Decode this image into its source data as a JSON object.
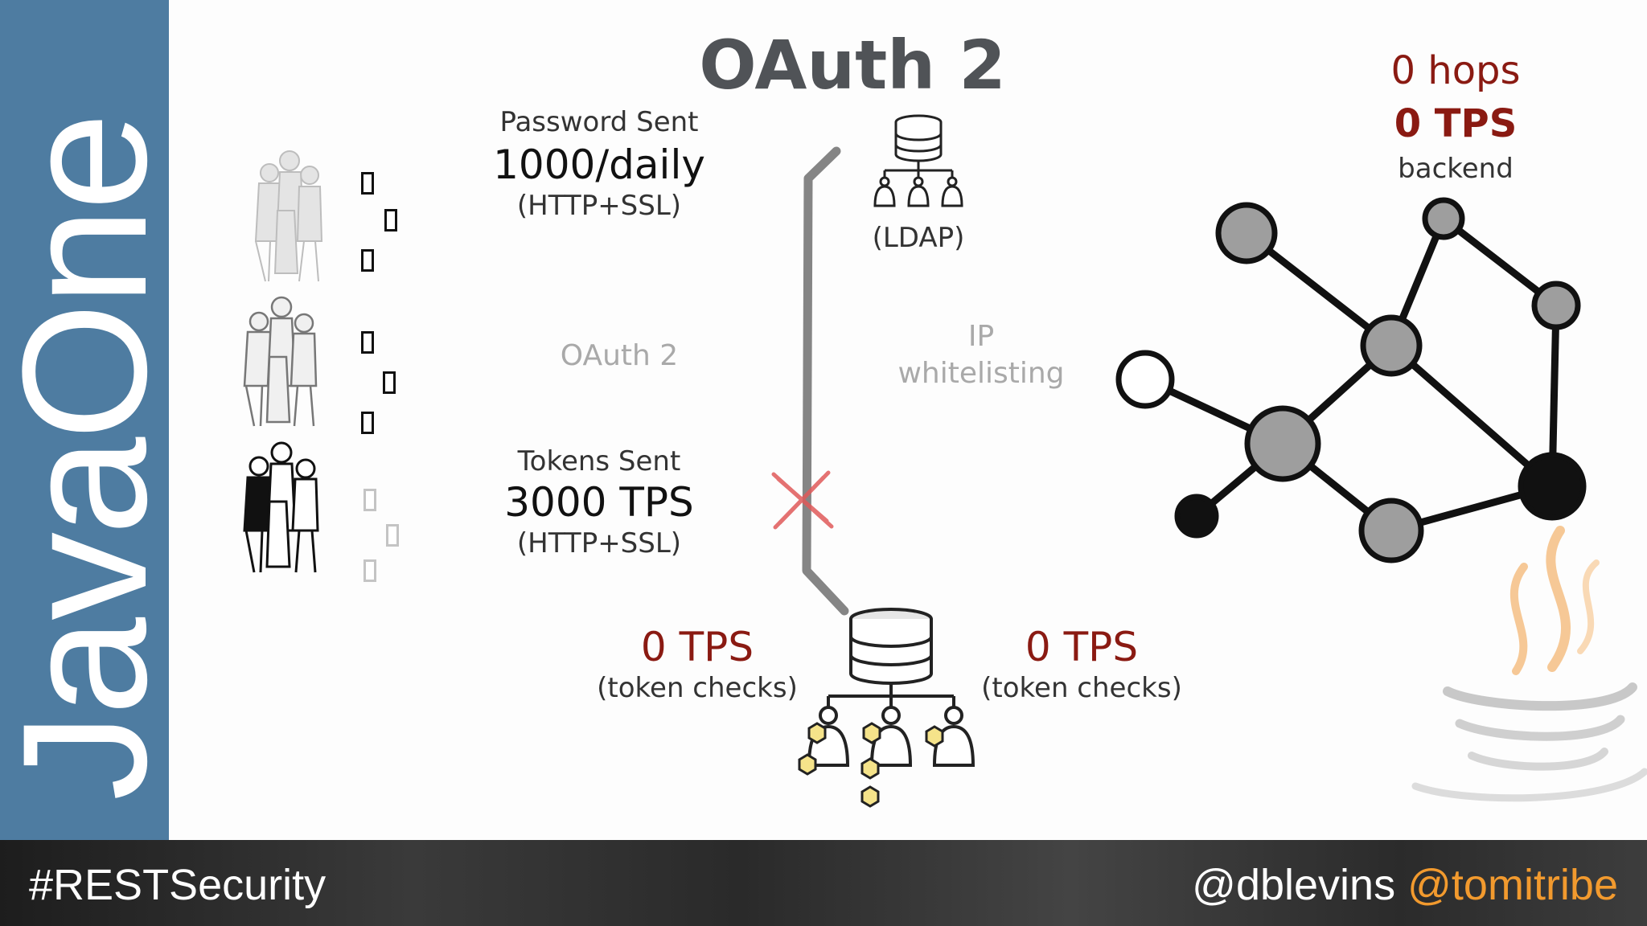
{
  "slide": {
    "sidebar_label": "JavaOne",
    "title": "OAuth 2",
    "password": {
      "label": "Password Sent",
      "value": "1000/daily",
      "protocol": "(HTTP+SSL)"
    },
    "tokens": {
      "label": "Tokens Sent",
      "value": "3000 TPS",
      "protocol": "(HTTP+SSL)"
    },
    "middle_label": "OAuth 2",
    "ldap_label": "(LDAP)",
    "ip_whitelisting": {
      "line1": "IP",
      "line2": "whitelisting"
    },
    "token_checks_left": {
      "value": "0 TPS",
      "label": "(token checks)"
    },
    "token_checks_right": {
      "value": "0 TPS",
      "label": "(token checks)"
    },
    "backend": {
      "hops": "0 hops",
      "tps": "0 TPS",
      "label": "backend"
    }
  },
  "footer": {
    "hashtag": "#RESTSecurity",
    "handle_1": "@dblevins",
    "handle_2": "@tomitribe"
  },
  "colors": {
    "sidebar": "#4e7ca1",
    "title": "#505357",
    "accent_red": "#8a1a12",
    "muted": "#a9a9a9",
    "orange": "#f29a2e"
  }
}
